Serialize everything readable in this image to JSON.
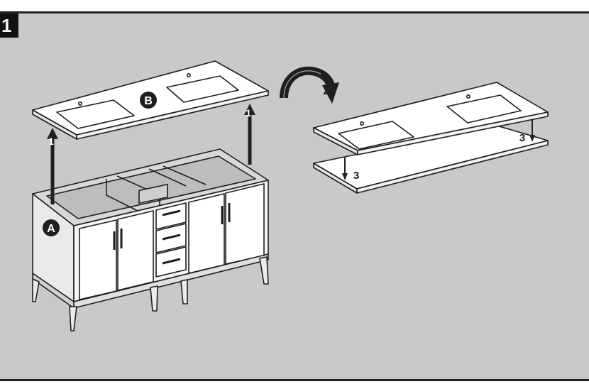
{
  "step": {
    "number": "1"
  },
  "parts": {
    "cabinet": {
      "label": "A"
    },
    "countertop": {
      "label": "B"
    }
  },
  "steps": {
    "lift_left": "1",
    "lift_right": "1",
    "flip": "2",
    "lower_left": "3",
    "lower_right": "3"
  },
  "colors": {
    "panel_background": "#c9c9c9",
    "line": "#1f1f1f",
    "surface": "#ffffff",
    "badge": "#111111"
  }
}
